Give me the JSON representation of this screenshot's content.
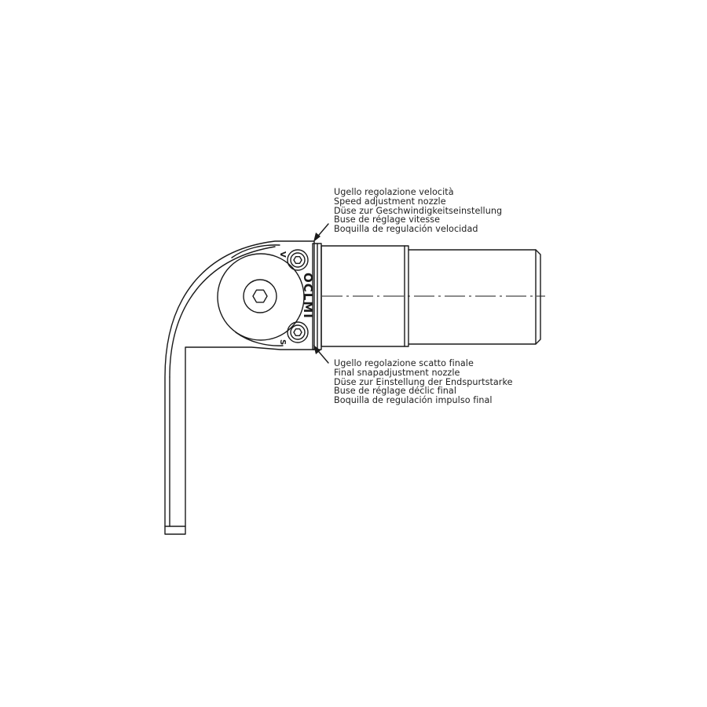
{
  "speed_nozzle": {
    "marker": "V",
    "labels": [
      "Ugello regolazione velocità",
      "Speed adjustment nozzle",
      "Düse zur Geschwindigkeitseinstellung",
      "Buse de réglage vitesse",
      "Boquilla de regulación velocidad"
    ]
  },
  "snap_nozzle": {
    "marker": "S",
    "labels": [
      "Ugello regolazione scatto finale",
      "Final snapadjustment nozzle",
      "Düse zur Einstellung der Endspurtstarke",
      "Buse de réglage déclic final",
      "Boquilla de regulación impulso final"
    ]
  },
  "brand": {
    "text": "OCLMI"
  },
  "colors": {
    "line": "#1a1a1a",
    "background": "#ffffff"
  }
}
